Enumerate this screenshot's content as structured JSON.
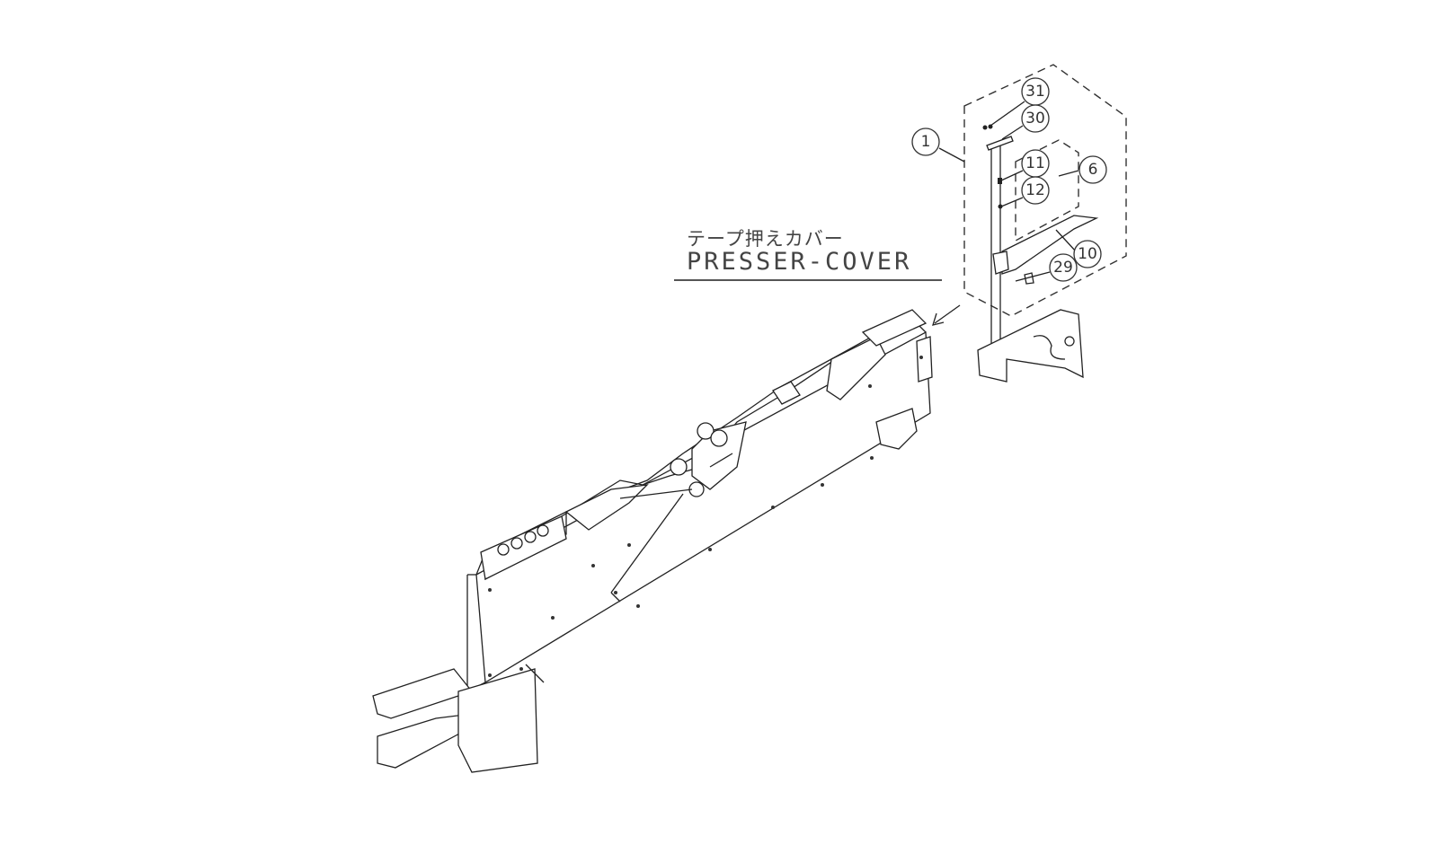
{
  "diagram": {
    "label_japanese": "テープ押えカバー",
    "label_english": "PRESSER-COVER",
    "callouts": [
      {
        "number": "31"
      },
      {
        "number": "30"
      },
      {
        "number": "1"
      },
      {
        "number": "11"
      },
      {
        "number": "12"
      },
      {
        "number": "6"
      },
      {
        "number": "10"
      },
      {
        "number": "29"
      }
    ]
  }
}
